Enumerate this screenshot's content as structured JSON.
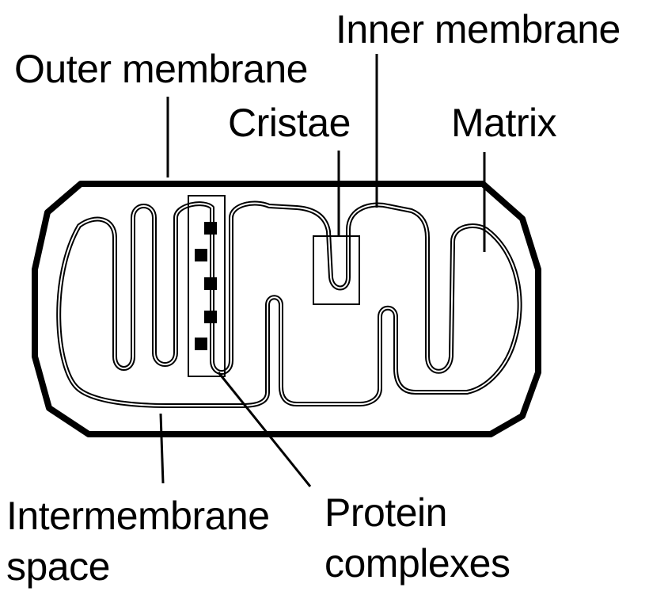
{
  "labels": {
    "outer_membrane": "Outer membrane",
    "inner_membrane": "Inner membrane",
    "cristae": "Cristae",
    "matrix": "Matrix",
    "intermembrane_line1": "Intermembrane",
    "intermembrane_line2": "space",
    "protein_line1": "Protein",
    "protein_line2": "complexes"
  },
  "colors": {
    "ink": "#000000",
    "background": "#ffffff"
  }
}
